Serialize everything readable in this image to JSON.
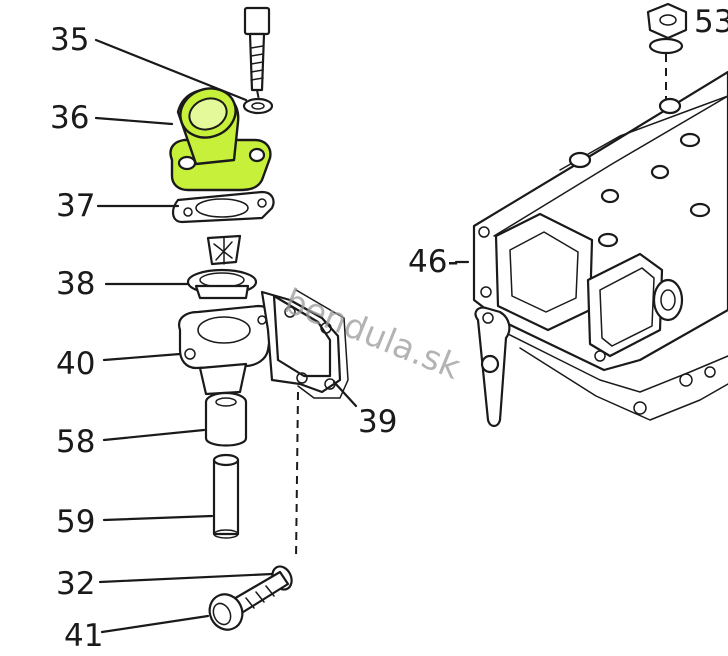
{
  "watermark": "bendula.sk",
  "highlight_color": "#c7f03a",
  "callouts": {
    "c35": "35",
    "c36": "36",
    "c37": "37",
    "c38": "38",
    "c40": "40",
    "c58": "58",
    "c59": "59",
    "c32": "32",
    "c41": "41",
    "c39": "39",
    "c46": "46-",
    "c53": "53"
  }
}
